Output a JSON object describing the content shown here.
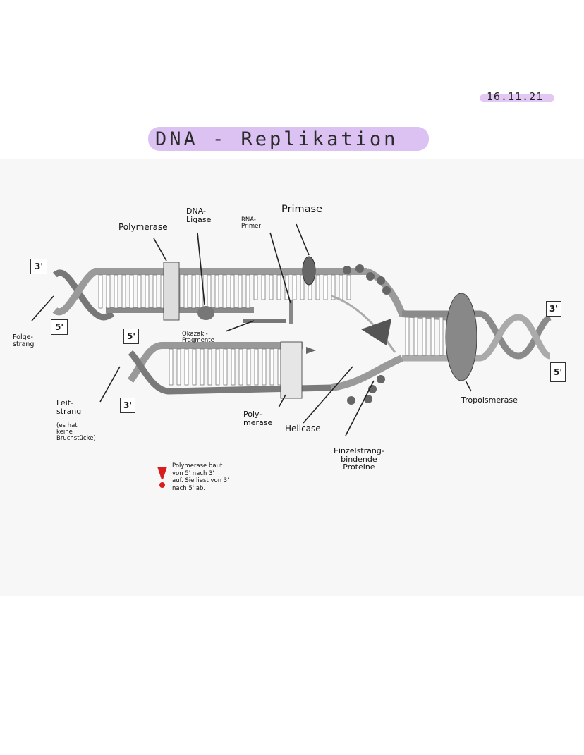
{
  "date": "16.11.21",
  "title": "DNA - Replikation",
  "labels": {
    "polymerase_top": "Polymerase",
    "dna_ligase": "DNA-\nLigase",
    "rna_primer": "RNA-\nPrimer",
    "primase": "Primase",
    "okazaki": "Okazaki-\nFragmente",
    "folgestrang": "Folge-\nstrang",
    "leitstrang": "Leit-\nstrang",
    "leitstrang_note": "(es hat\nkeine\nBruchstücke)",
    "polymerase_bottom": "Poly-\nmerase",
    "helicase": "Helicase",
    "topoisomerase": "Tropoismerase",
    "ssb": "Einzelstrang-\nbindende\nProteine",
    "note": "Polymerase baut\nvon 5' nach 3'\nauf. Sie liest von 3'\nnach 5' ab."
  },
  "end_labels": {
    "top_left_3": "3'",
    "left_5": "5'",
    "mid_5": "5'",
    "mid_3": "3'",
    "right_3": "3'",
    "right_5": "5'"
  },
  "colors": {
    "highlight": "#dcc2f3",
    "warning": "#d91c1c"
  },
  "icons": {
    "warning": "exclamation-icon"
  }
}
